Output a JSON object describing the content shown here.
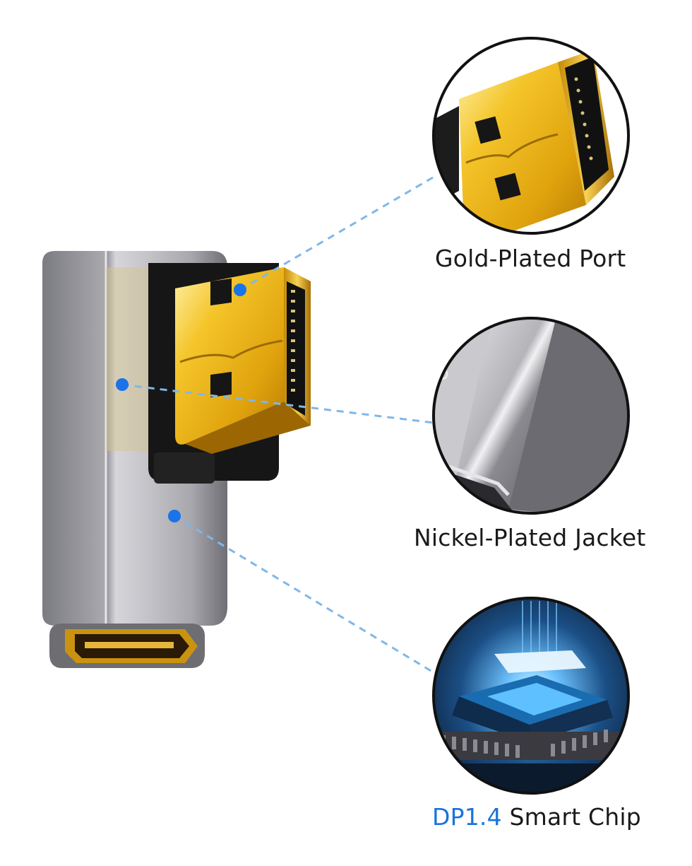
{
  "features": [
    {
      "label": "Gold-Plated Port",
      "icon": "gold-plated-port-closeup"
    },
    {
      "label": "Nickel-Plated Jacket",
      "icon": "nickel-plated-jacket-closeup"
    },
    {
      "label_highlight": "DP1.4",
      "label_rest": " Smart Chip",
      "icon": "smart-chip-closeup"
    }
  ],
  "colors": {
    "accent": "#1a73d9",
    "dashed_line": "#7fb7ea",
    "dot": "#1a73e8",
    "gold": "#e8b210",
    "silver": "#b7b7bc",
    "text": "#1a1a1a"
  }
}
